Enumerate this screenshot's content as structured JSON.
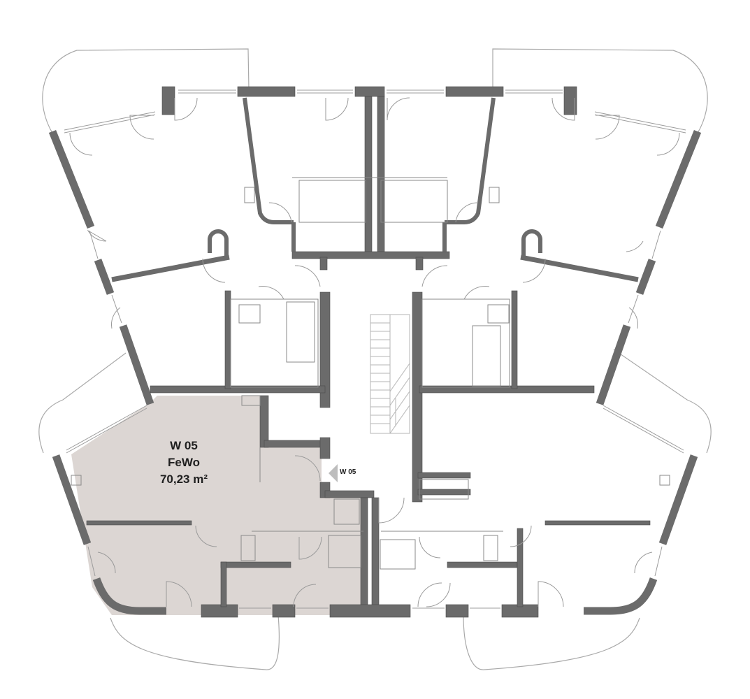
{
  "unit": {
    "id": "W 05",
    "type": "FeWo",
    "area": "70,23 m²",
    "highlight_color": "#dcd6d3"
  },
  "entry_marker": {
    "label": "W 05",
    "icon": "triangle-arrow-icon"
  },
  "colors": {
    "wall": "#6b6b6b",
    "line": "#8a8a8a",
    "background": "#ffffff"
  }
}
